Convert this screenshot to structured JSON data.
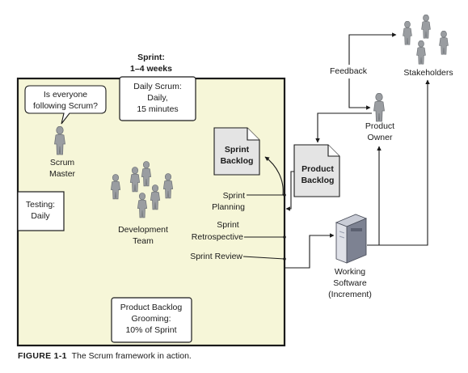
{
  "sprint_header": {
    "line1": "Sprint:",
    "line2": "1–4 weeks"
  },
  "daily_scrum": {
    "line1": "Daily Scrum:",
    "line2": "Daily,",
    "line3": "15 minutes"
  },
  "speech_bubble": {
    "line1": "Is everyone",
    "line2": "following Scrum?"
  },
  "scrum_master": {
    "line1": "Scrum",
    "line2": "Master"
  },
  "testing": {
    "line1": "Testing:",
    "line2": "Daily"
  },
  "development_team": {
    "line1": "Development",
    "line2": "Team"
  },
  "sprint_backlog": {
    "line1": "Sprint",
    "line2": "Backlog"
  },
  "product_backlog": {
    "line1": "Product",
    "line2": "Backlog"
  },
  "sprint_planning": {
    "line1": "Sprint",
    "line2": "Planning"
  },
  "sprint_retrospective": {
    "line1": "Sprint",
    "line2": "Retrospective"
  },
  "sprint_review": {
    "label": "Sprint Review"
  },
  "grooming": {
    "line1": "Product Backlog",
    "line2": "Grooming:",
    "line3": "10% of Sprint"
  },
  "feedback": {
    "label": "Feedback"
  },
  "stakeholders": {
    "label": "Stakeholders"
  },
  "product_owner": {
    "line1": "Product",
    "line2": "Owner"
  },
  "working_software": {
    "line1": "Working",
    "line2": "Software",
    "line3": "(Increment)"
  },
  "caption": {
    "number": "FIGURE 1-1",
    "text": "The Scrum framework in action."
  },
  "colors": {
    "sprint_area": "#f6f6d8",
    "person": "#9a9da1",
    "backlog_doc": "#e4e4e4",
    "line": "#1a1a1a"
  }
}
